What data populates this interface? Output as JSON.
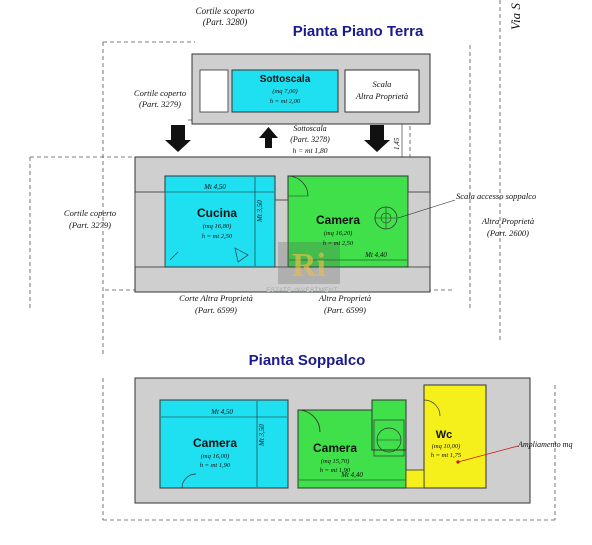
{
  "titles": {
    "ground": "Pianta Piano Terra",
    "mezzanine": "Pianta Soppalco"
  },
  "street": "Via S",
  "ground_labels": {
    "cortile_scoperto": "Cortile scoperto",
    "cortile_scoperto_part": "(Part. 3280)",
    "cortile_coperto_top": "Cortile coperto",
    "cortile_coperto_top_part": "(Part. 3279)",
    "cortile_coperto_left": "Cortile coperto",
    "cortile_coperto_left_part": "(Part. 3279)",
    "sottoscala_outside": "Sottoscala",
    "sottoscala_outside_part": "(Part. 3278)",
    "sottoscala_outside_h": "h = mt 1,80",
    "scala": "Scala",
    "scala_owner": "Altra Proprietà",
    "altra_proprieta": "Altra Proprietà",
    "altra_proprieta_part": "(Part. 2600)",
    "corte_altra": "Corte Altra Proprietà",
    "corte_altra_part": "(Part. 6599)",
    "altra_proprieta_bottom": "Altra Proprietà",
    "altra_proprieta_bottom_part": "(Part. 6599)",
    "scala_accesso": "Scala accesso soppalco",
    "height_145": "1,45"
  },
  "ground_rooms": {
    "sottoscala": {
      "name": "Sottoscala",
      "area": "(mq 7,00)",
      "h": "h = mt 2,00"
    },
    "cucina": {
      "name": "Cucina",
      "area": "(mq 16,80)",
      "h": "h = mt 2,50",
      "dim_w": "Mt 4,50",
      "dim_h": "Mt 3,50"
    },
    "camera": {
      "name": "Camera",
      "area": "(mq 16,20)",
      "h": "h = mt 2,50",
      "dim_w": "Mt 4,40"
    }
  },
  "mezz_rooms": {
    "camera_left": {
      "name": "Camera",
      "area": "(mq 16,00)",
      "h": "h = mt 1,90",
      "dim_w": "Mt 4,50",
      "dim_h": "Mt 3,50"
    },
    "camera_mid": {
      "name": "Camera",
      "area": "(mq 15,70)",
      "h": "h = mt 1,90",
      "dim_w": "Mt 4,40"
    },
    "wc": {
      "name": "Wc",
      "area": "(mq 10,00)",
      "h": "h = mt 1,75"
    }
  },
  "annotations": {
    "ampliamento": "Ampliamento mq"
  },
  "watermark": "ESTATE·INVESTMENT",
  "colors": {
    "cyan": "#1ee0f0",
    "green": "#3fe04a",
    "yellow": "#f5ef1c",
    "wall": "#cfcfcf",
    "title": "#1a1a8c",
    "annotation_red": "#cc1111"
  }
}
